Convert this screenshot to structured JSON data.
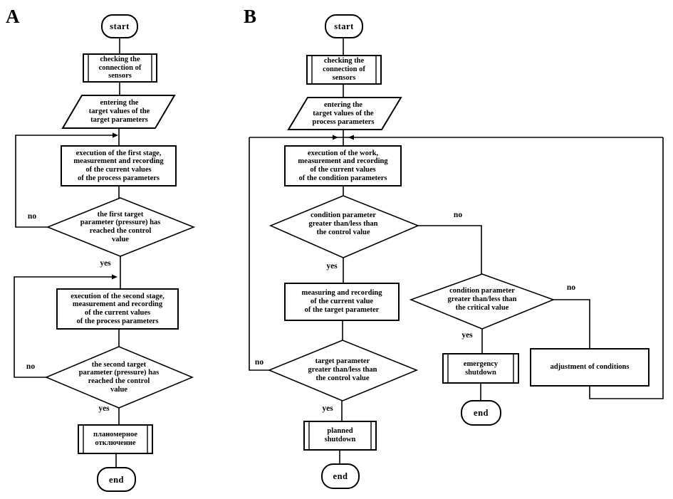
{
  "page": {
    "background": "#ffffff",
    "ink": "#000000"
  },
  "panel_a": {
    "label": "A",
    "nodes": {
      "start": "start",
      "check": "checking the\nconnection of\nsensors",
      "input": "entering the\ntarget values of the\ntarget parameters",
      "stage1": "execution of the first stage,\nmeasurement and recording\nof the current values\nof the process parameters",
      "decision1": "the first target\nparameter (pressure) has\nreached the control\nvalue",
      "stage2": "execution of the second stage,\nmeasurement and recording\nof the current values\nof the process parameters",
      "decision2": "the second target\nparameter (pressure) has\nreached the control\nvalue",
      "shutdown": "планомерное\nотключение",
      "end": "end"
    },
    "edge_labels": {
      "no1": "no",
      "yes1": "yes",
      "no2": "no",
      "yes2": "yes"
    }
  },
  "panel_b": {
    "label": "B",
    "nodes": {
      "start": "start",
      "check": "checking the\nconnection of\nsensors",
      "input": "entering the\ntarget values of the\nprocess parameters",
      "work": "execution of the work,\nmeasurement and recording\nof the current values\nof the condition parameters",
      "decision_control": "condition parameter\ngreater than/less than\nthe control value",
      "measure": "measuring and recording\nof the current value\nof the target parameter",
      "decision_target": "target parameter\ngreater than/less than\nthe control value",
      "planned": "planned\nshutdown",
      "end_main": "end",
      "decision_critical": "condition parameter\ngreater than/less than\nthe critical value",
      "emergency": "emergency\nshutdown",
      "end_emergency": "end",
      "adjustment": "adjustment of conditions"
    },
    "edge_labels": {
      "no_control": "no",
      "yes_control": "yes",
      "no_target": "no",
      "yes_target": "yes",
      "no_critical": "no",
      "yes_critical": "yes"
    }
  }
}
